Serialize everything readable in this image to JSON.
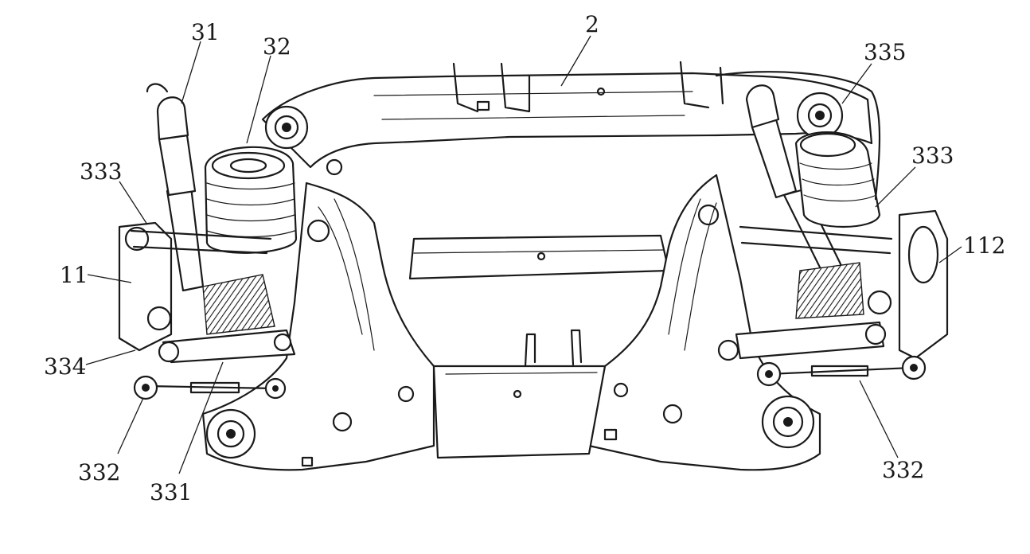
{
  "labels": {
    "l31": "31",
    "l32": "32",
    "l2": "2",
    "l335": "335",
    "l333_left": "333",
    "l333_right": "333",
    "l11": "11",
    "l112": "112",
    "l334": "334",
    "l332_left": "332",
    "l331": "331",
    "l332_right": "332"
  },
  "colors": {
    "ink": "#1a1a1a",
    "paper": "#ffffff"
  }
}
